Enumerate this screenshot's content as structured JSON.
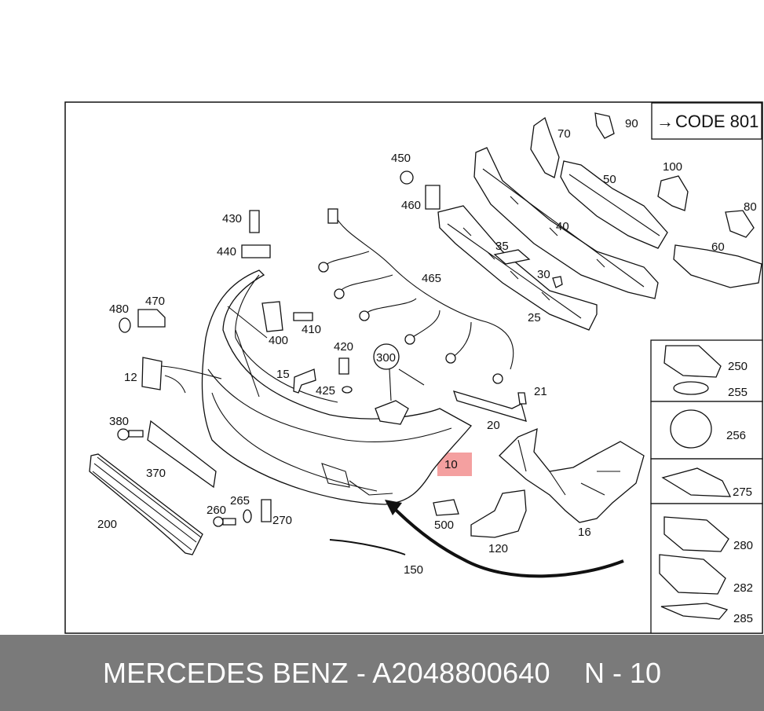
{
  "code_box": {
    "arrow": "→",
    "text": "CODE 801"
  },
  "highlight_color": "#f4a0a0",
  "labels": {
    "l10": "10",
    "l12": "12",
    "l15": "15",
    "l16": "16",
    "l20": "20",
    "l21": "21",
    "l25": "25",
    "l30": "30",
    "l35": "35",
    "l40": "40",
    "l50": "50",
    "l60": "60",
    "l70": "70",
    "l80": "80",
    "l90": "90",
    "l100": "100",
    "l120": "120",
    "l150": "150",
    "l200": "200",
    "l250": "250",
    "l255": "255",
    "l256": "256",
    "l260": "260",
    "l265": "265",
    "l270": "270",
    "l275": "275",
    "l280": "280",
    "l282": "282",
    "l285": "285",
    "l300": "300",
    "l370": "370",
    "l380": "380",
    "l400": "400",
    "l410": "410",
    "l420": "420",
    "l425": "425",
    "l430": "430",
    "l440": "440",
    "l450": "450",
    "l460": "460",
    "l465": "465",
    "l470": "470",
    "l480": "480",
    "l500": "500"
  },
  "footer": {
    "brand_part": "MERCEDES BENZ - A2048800640",
    "page_ref": "N - 10"
  }
}
